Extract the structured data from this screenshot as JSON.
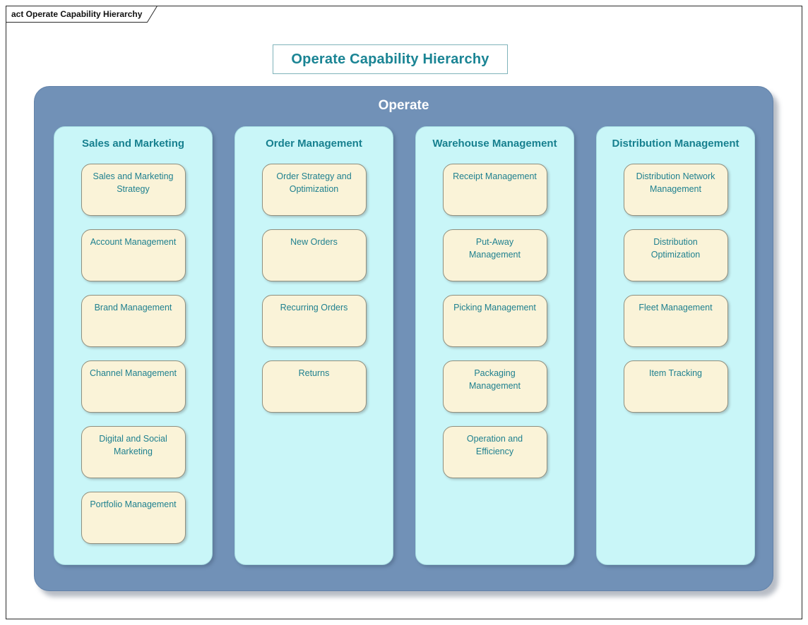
{
  "palette": {
    "container_blue": "#7191B7",
    "column_cyan": "#C9F6F8",
    "item_cream": "#FAF3D8",
    "heading_teal": "#17808F",
    "title_teal": "#1A8494",
    "frame_border": "#2A2A2A"
  },
  "frame": {
    "tab_label": "act Operate Capability Hierarchy"
  },
  "title": "Operate Capability Hierarchy",
  "operate": {
    "label": "Operate",
    "columns": [
      {
        "label": "Sales and Marketing",
        "items": [
          "Sales and Marketing\nStrategy",
          "Account Management",
          "Brand Management",
          "Channel Management",
          "Digital and Social\nMarketing",
          "Portfolio Management"
        ]
      },
      {
        "label": "Order Management",
        "items": [
          "Order Strategy and\nOptimization",
          "New Orders",
          "Recurring Orders",
          "Returns"
        ]
      },
      {
        "label": "Warehouse Management",
        "items": [
          "Receipt Management",
          "Put-Away\nManagement",
          "Picking Management",
          "Packaging\nManagement",
          "Operation and\nEfficiency"
        ]
      },
      {
        "label": "Distribution Management",
        "items": [
          "Distribution Network\nManagement",
          "Distribution\nOptimization",
          "Fleet Management",
          "Item Tracking"
        ]
      }
    ]
  }
}
